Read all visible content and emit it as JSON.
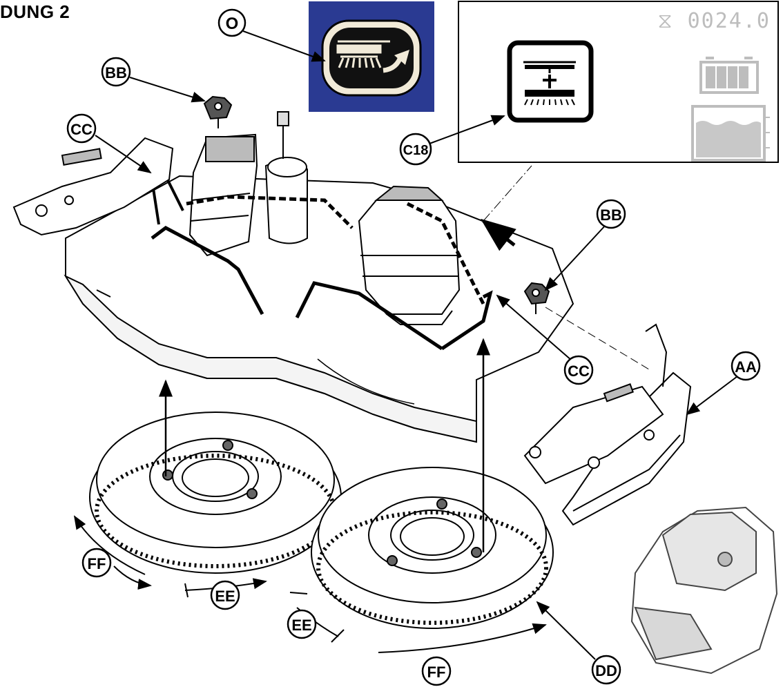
{
  "figure": {
    "title": "DUNG 2",
    "title_top_fragment": "...(...) g...g..."
  },
  "labels": {
    "O": "O",
    "BB_top": "BB",
    "CC_top": "CC",
    "C18": "C18",
    "BB_right": "BB",
    "CC_right": "CC",
    "AA": "AA",
    "FF_left": "FF",
    "EE_left": "EE",
    "EE_mid": "EE",
    "FF_bottom": "FF",
    "DD": "DD"
  },
  "display": {
    "counter": "0024.0",
    "hourglass_icon": "hourglass-icon",
    "battery_icon": "battery-icon",
    "tank_icon": "tank-level-icon",
    "brush_lift_icon": "brush-deck-lift-icon",
    "brush_raise_icon": "brush-raise-icon"
  },
  "colors": {
    "panel_blue": "#2a3a92",
    "grey_display": "#bdbdbd",
    "line": "#000000"
  }
}
